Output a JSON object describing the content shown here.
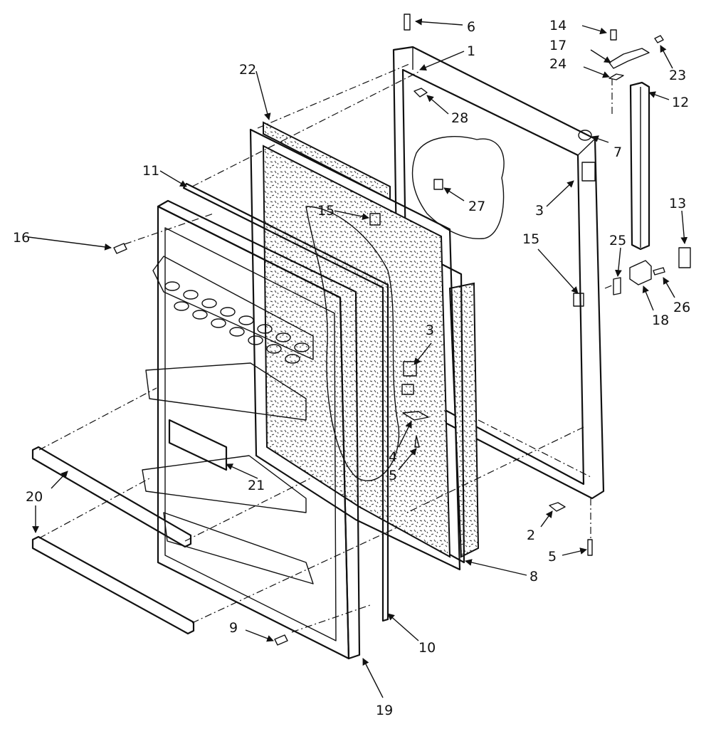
{
  "callouts": [
    {
      "id": "c1",
      "text": "1"
    },
    {
      "id": "c2",
      "text": "2"
    },
    {
      "id": "c3a",
      "text": "3"
    },
    {
      "id": "c3b",
      "text": "3"
    },
    {
      "id": "c4",
      "text": "4"
    },
    {
      "id": "c5a",
      "text": "5"
    },
    {
      "id": "c5b",
      "text": "5"
    },
    {
      "id": "c6",
      "text": "6"
    },
    {
      "id": "c7",
      "text": "7"
    },
    {
      "id": "c8",
      "text": "8"
    },
    {
      "id": "c9",
      "text": "9"
    },
    {
      "id": "c10",
      "text": "10"
    },
    {
      "id": "c11",
      "text": "11"
    },
    {
      "id": "c12",
      "text": "12"
    },
    {
      "id": "c13",
      "text": "13"
    },
    {
      "id": "c14",
      "text": "14"
    },
    {
      "id": "c15a",
      "text": "15"
    },
    {
      "id": "c15b",
      "text": "15"
    },
    {
      "id": "c16",
      "text": "16"
    },
    {
      "id": "c17",
      "text": "17"
    },
    {
      "id": "c18",
      "text": "18"
    },
    {
      "id": "c19",
      "text": "19"
    },
    {
      "id": "c20",
      "text": "20"
    },
    {
      "id": "c21",
      "text": "21"
    },
    {
      "id": "c22",
      "text": "22"
    },
    {
      "id": "c23",
      "text": "23"
    },
    {
      "id": "c24",
      "text": "24"
    },
    {
      "id": "c25",
      "text": "25"
    },
    {
      "id": "c26",
      "text": "26"
    },
    {
      "id": "c27",
      "text": "27"
    },
    {
      "id": "c28",
      "text": "28"
    }
  ],
  "colors": {
    "ink": "#111111",
    "paper": "#ffffff"
  }
}
